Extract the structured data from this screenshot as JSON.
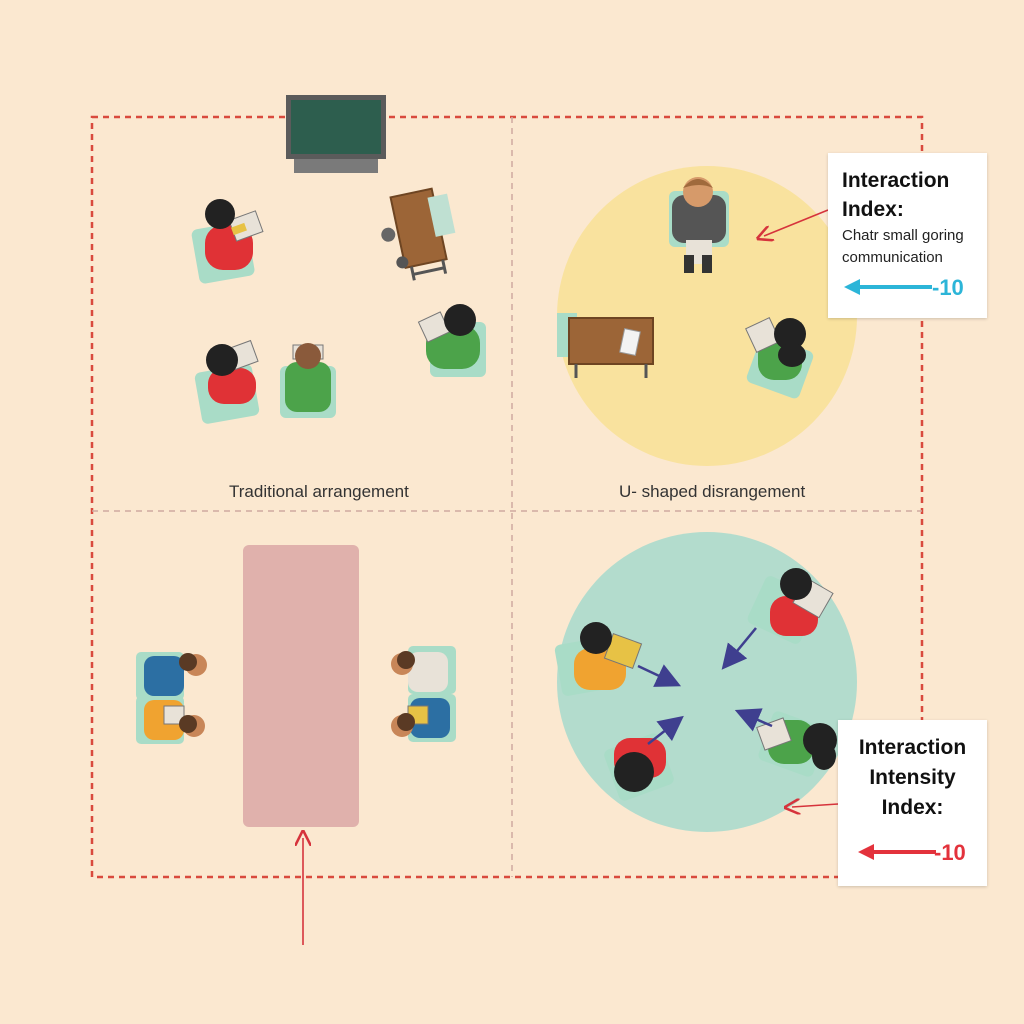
{
  "labels": {
    "top_left": "Traditional arrangement",
    "top_right": "U- shaped disrangement"
  },
  "callout_top": {
    "title_line1": "Interaction",
    "title_line2": "Index:",
    "desc_line1": "Chatr small goring",
    "desc_line2": "communication",
    "value": "-10",
    "arrow_color": "#2cb5d8"
  },
  "callout_bottom": {
    "title_line1": "Interaction",
    "title_line2": "Intensity",
    "title_line3": "Index:",
    "value": "-10",
    "arrow_color": "#e3323c"
  },
  "colors": {
    "background": "#fbe8d0",
    "border": "#d94a3d",
    "yellow_zone": "#f9e29e",
    "teal_zone": "#b3dccd",
    "long_table": "#e0b1ac",
    "chalkboard": "#2d5e4e"
  }
}
